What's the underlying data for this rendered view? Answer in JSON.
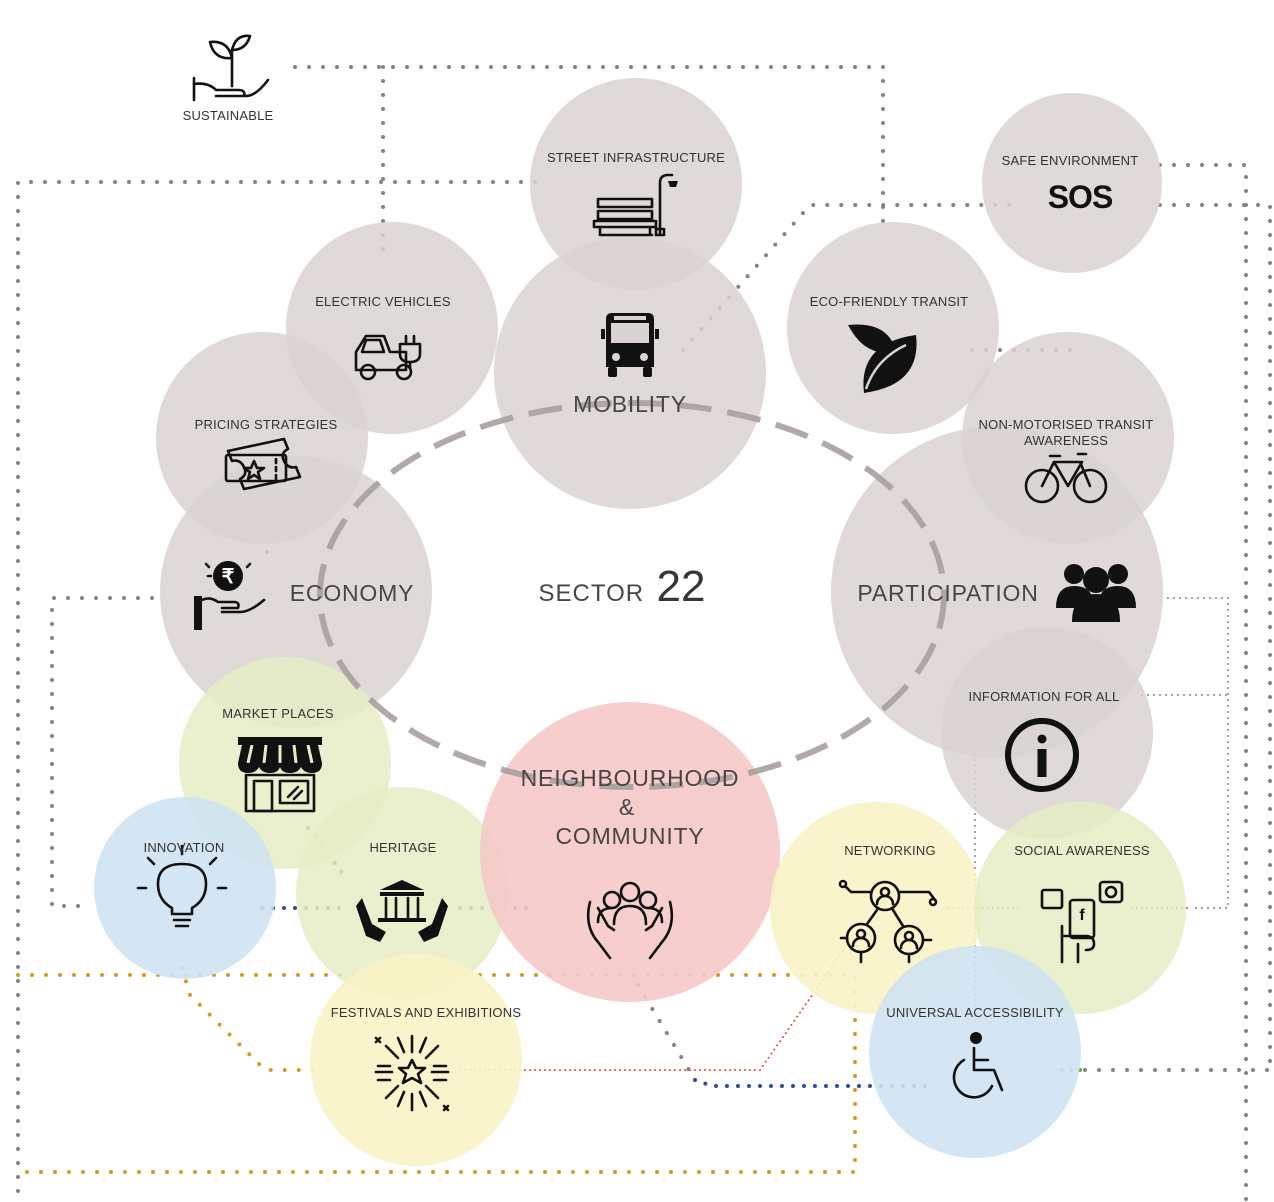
{
  "center": {
    "prefix": "SECTOR",
    "number": "22"
  },
  "core": {
    "mobility": "MOBILITY",
    "economy": "ECONOMY",
    "participation": "PARTICIPATION",
    "neighbourhood_line1": "NEIGHBOURHOOD",
    "neighbourhood_line2": "&",
    "neighbourhood_line3": "COMMUNITY"
  },
  "topics": {
    "sustainable": "SUSTAINABLE",
    "street_infrastructure": "STREET INFRASTRUCTURE",
    "safe_environment": "SAFE ENVIRONMENT",
    "sos": "SOS",
    "electric_vehicles": "ELECTRIC VEHICLES",
    "eco_friendly_transit": "ECO-FRIENDLY TRANSIT",
    "pricing_strategies": "PRICING STRATEGIES",
    "non_motorised_line1": "NON-MOTORISED TRANSIT",
    "non_motorised_line2": "AWARENESS",
    "information_for_all": "INFORMATION FOR ALL",
    "market_places": "MARKET PLACES",
    "innovation": "INNOVATION",
    "heritage": "HERITAGE",
    "networking": "NETWORKING",
    "social_awareness": "SOCIAL AWARENESS",
    "festivals": "FESTIVALS AND EXHIBITIONS",
    "universal_accessibility": "UNIVERSAL ACCESSIBILITY"
  },
  "icons": {
    "rupee_symbol": "₹",
    "info_symbol": "i",
    "facebook_symbol": "f"
  },
  "colors": {
    "grey_circle": "#d9d3d1",
    "pink_circle": "#f4c9c8",
    "green_circle": "#e6ecc6",
    "blue_circle": "#cfe3f2",
    "yellow_circle": "#f9f3c6",
    "grey_dots": "#8a817d",
    "blue_dots": "#2e4a9b",
    "orange_dots": "#d49a22",
    "red_dots": "#e0402b",
    "green_dots": "#5aa832"
  }
}
